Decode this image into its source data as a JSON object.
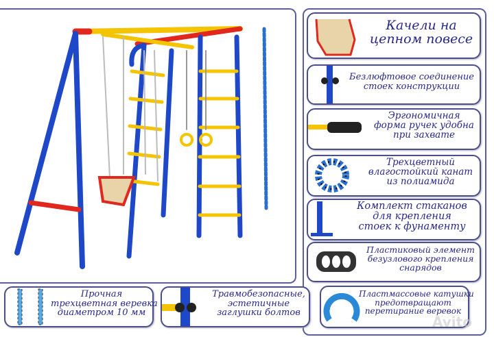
{
  "features": {
    "swing": [
      "Качели на",
      "цепном повесе"
    ],
    "joint": [
      "Безлюфтовое соединение",
      "стоек конструкции"
    ],
    "handle": [
      "Эргономичная",
      "форма ручек удобна",
      "при захвате"
    ],
    "rope": [
      "Трехцветный",
      "влагостойкий канат",
      "из полиамида"
    ],
    "cups": [
      "Комплект стаканов",
      "для крепления",
      "стоек к фунаменту"
    ],
    "plastic": [
      "Пластиковый элемент",
      "безузлового крепления",
      "снарядов"
    ],
    "cord": [
      "Прочная",
      "трехцветная веревка",
      "диаметром 10 мм"
    ],
    "caps": [
      "Травмобезопасные,",
      "эстетичные",
      "заглушки болтов"
    ],
    "spools": [
      "Пластмассовые катушки",
      "предотвращают",
      "перетирание веревок"
    ]
  },
  "watermark": "Avito",
  "colors": {
    "frame_blue": "#1f48c8",
    "yellow": "#f5c400",
    "red": "#e0281e",
    "text": "#27288a"
  }
}
